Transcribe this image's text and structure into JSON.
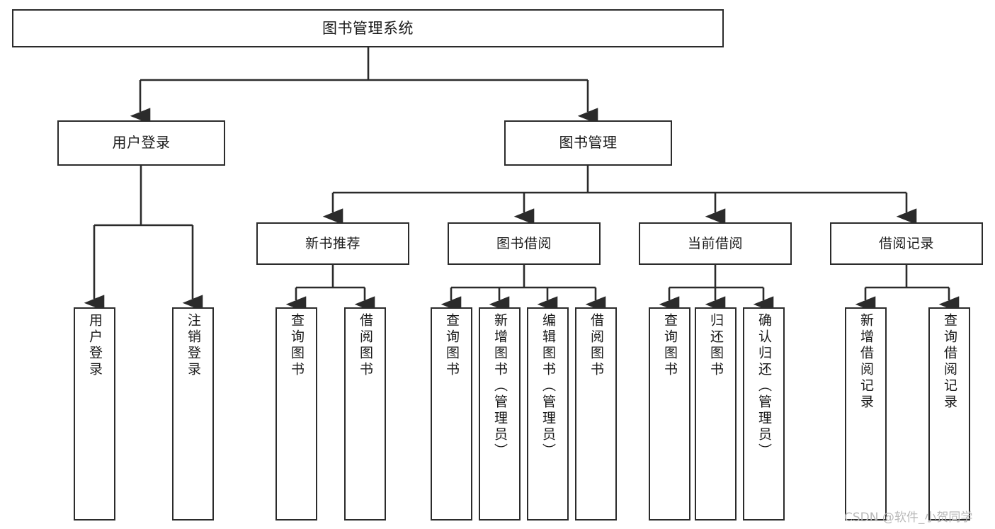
{
  "diagram": {
    "title": "图书管理系统",
    "type": "tree-hierarchy-chart",
    "line_color": "#2b2b2b",
    "box_fill": "#ffffff",
    "text_color": "#1a1a1a"
  },
  "root": {
    "label": "图书管理系统"
  },
  "level1": [
    {
      "label": "用户登录"
    },
    {
      "label": "图书管理"
    }
  ],
  "user_login_children": [
    {
      "label": "用户登录"
    },
    {
      "label": "注销登录"
    }
  ],
  "book_manage_children": [
    {
      "label": "新书推荐"
    },
    {
      "label": "图书借阅"
    },
    {
      "label": "当前借阅"
    },
    {
      "label": "借阅记录"
    }
  ],
  "new_book_children": [
    {
      "label": "查询图书"
    },
    {
      "label": "借阅图书"
    }
  ],
  "borrow_book_children": [
    {
      "label": "查询图书"
    },
    {
      "label": "新增图书（管理员）"
    },
    {
      "label": "编辑图书（管理员）"
    },
    {
      "label": "借阅图书"
    }
  ],
  "current_borrow_children": [
    {
      "label": "查询图书"
    },
    {
      "label": "归还图书"
    },
    {
      "label": "确认归还（管理员）"
    }
  ],
  "borrow_record_children": [
    {
      "label": "新增借阅记录"
    },
    {
      "label": "查询借阅记录"
    }
  ],
  "watermark": {
    "text": "CSDN @软件_小贺同学"
  }
}
